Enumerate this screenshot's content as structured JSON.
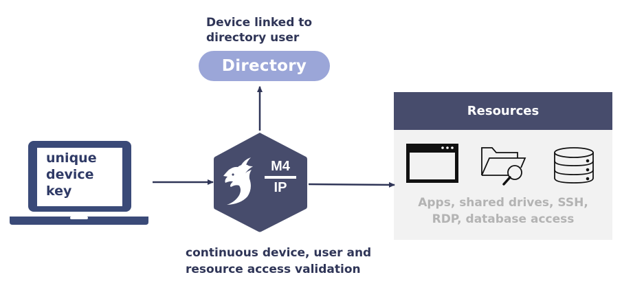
{
  "colors": {
    "navy": "#2f3557",
    "hexagon": "#474c6c",
    "directory_pill": "#9ba6d8",
    "laptop": "#3a4a78",
    "resources_header": "#474c6c",
    "resources_panel": "#f2f2f2",
    "resources_caption": "#b3b3b3"
  },
  "directory": {
    "caption_line1": "Device linked to",
    "caption_line2": "directory user",
    "label": "Directory"
  },
  "laptop": {
    "line1": "unique",
    "line2": "device",
    "line3": "key",
    "icon": "laptop-icon"
  },
  "validator": {
    "logo_icon": "dragon-icon",
    "logo_top": "M4",
    "logo_bottom": "IP",
    "caption_line1": "continuous device, user and",
    "caption_line2": "resource access validation"
  },
  "resources": {
    "title": "Resources",
    "icons": [
      "app-window-icon",
      "folder-search-icon",
      "database-icon"
    ],
    "caption_line1": "Apps, shared drives, SSH,",
    "caption_line2": "RDP, database access"
  }
}
